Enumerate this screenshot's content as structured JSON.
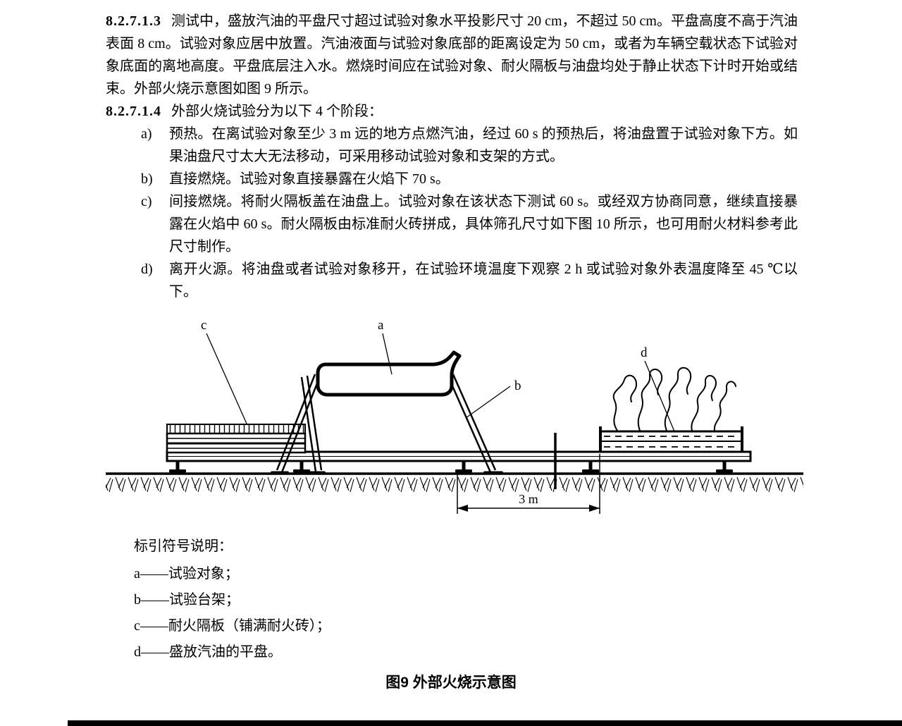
{
  "document": {
    "clause1": {
      "number": "8.2.7.1.3",
      "text": "测试中，盛放汽油的平盘尺寸超过试验对象水平投影尺寸 20 cm，不超过 50 cm。平盘高度不高于汽油表面 8 cm。试验对象应居中放置。汽油液面与试验对象底部的距离设定为 50 cm，或者为车辆空载状态下试验对象底面的离地高度。平盘底层注入水。燃烧时间应在试验对象、耐火隔板与油盘均处于静止状态下计时开始或结束。外部火烧示意图如图 9 所示。"
    },
    "clause2": {
      "number": "8.2.7.1.4",
      "text": "外部火烧试验分为以下 4 个阶段："
    },
    "stages": [
      {
        "marker": "a)",
        "text": "预热。在离试验对象至少 3 m 远的地方点燃汽油，经过 60 s 的预热后，将油盘置于试验对象下方。如果油盘尺寸太大无法移动，可采用移动试验对象和支架的方式。"
      },
      {
        "marker": "b)",
        "text": "直接燃烧。试验对象直接暴露在火焰下 70 s。"
      },
      {
        "marker": "c)",
        "text": "间接燃烧。将耐火隔板盖在油盘上。试验对象在该状态下测试 60 s。或经双方协商同意，继续直接暴露在火焰中 60 s。耐火隔板由标准耐火砖拼成，具体筛孔尺寸如下图 10 所示，也可用耐火材料参考此尺寸制作。"
      },
      {
        "marker": "d)",
        "text": "离开火源。将油盘或者试验对象移开，在试验环境温度下观察 2 h 或试验对象外表温度降至 45 ℃以下。"
      }
    ],
    "figure": {
      "labels": {
        "a": "a",
        "b": "b",
        "c": "c",
        "d": "d"
      },
      "dimension_label": "3 m",
      "legend_title": "标引符号说明：",
      "legend_items": [
        {
          "marker": "a",
          "text": "——试验对象；"
        },
        {
          "marker": "b",
          "text": "——试验台架；"
        },
        {
          "marker": "c",
          "text": "——耐火隔板（铺满耐火砖）；"
        },
        {
          "marker": "d",
          "text": "——盛放汽油的平盘。"
        }
      ],
      "caption": "图9  外部火烧示意图"
    }
  }
}
